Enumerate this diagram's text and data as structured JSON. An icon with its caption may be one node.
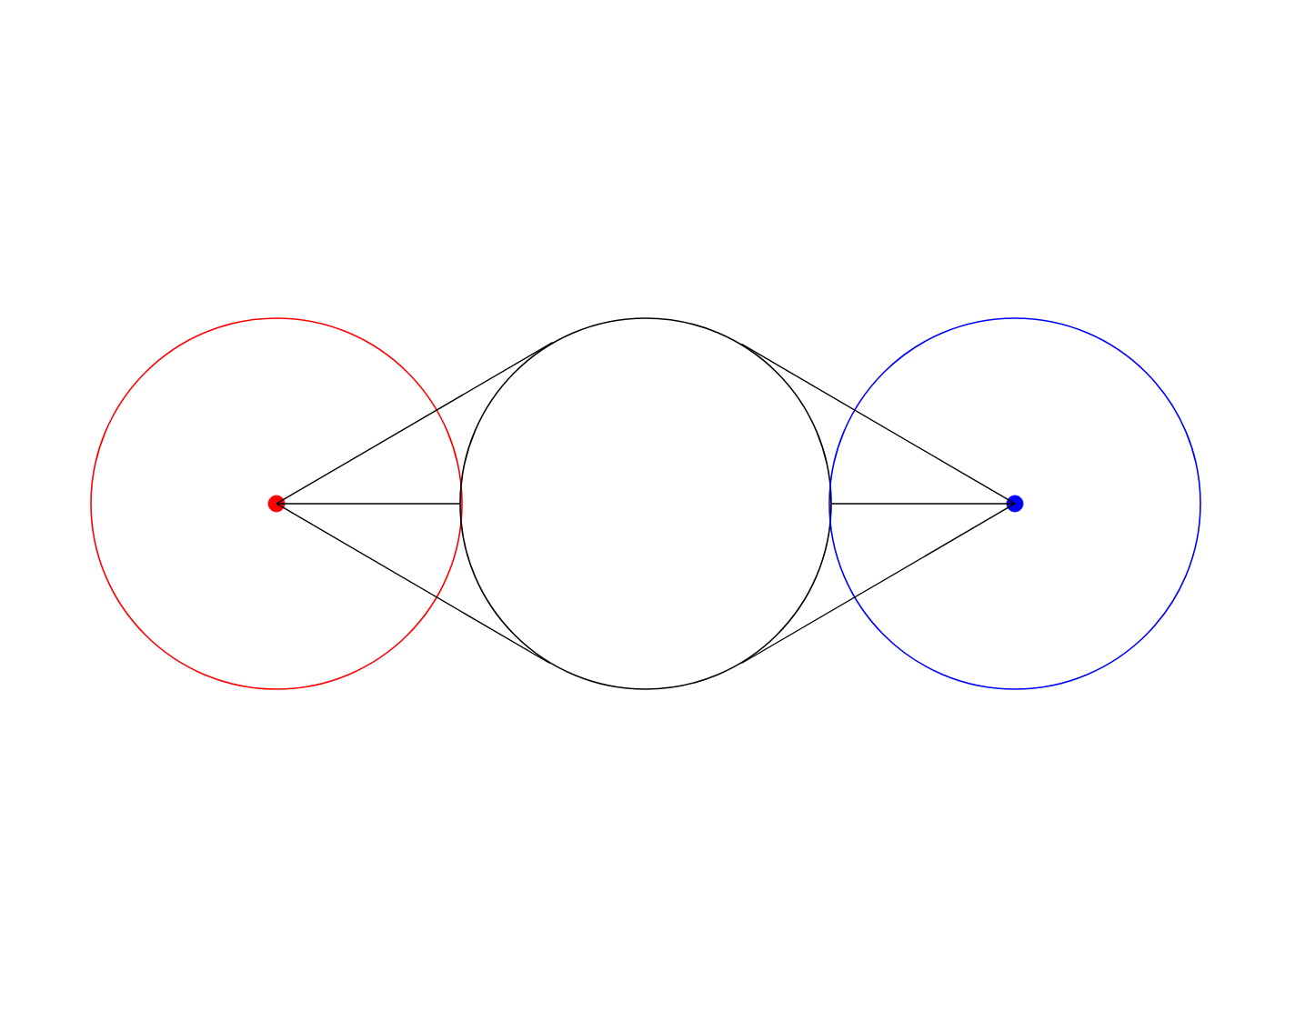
{
  "diagram": {
    "nodes": [
      {
        "text": [],
        "shape": "circle"
      },
      {
        "text": [],
        "shape": "circle",
        "in": 0
      },
      {
        "text": [],
        "shape": "circle"
      },
      {
        "text": [],
        "shape": "circle"
      },
      {
        "text": [],
        "shape": "circle",
        "in": 3
      }
    ],
    "edges": [
      {
        "from": 1,
        "to": 2,
        "arrow": "none"
      },
      {
        "from": 1,
        "to": 2,
        "arrow": "none"
      },
      {
        "from": 1,
        "to": 2,
        "arrow": "none"
      },
      {
        "from": 4,
        "to": 2,
        "arrow": "none"
      },
      {
        "from": 4,
        "to": 2,
        "arrow": "none"
      },
      {
        "from": 4,
        "to": 2,
        "arrow": "none"
      }
    ]
  }
}
